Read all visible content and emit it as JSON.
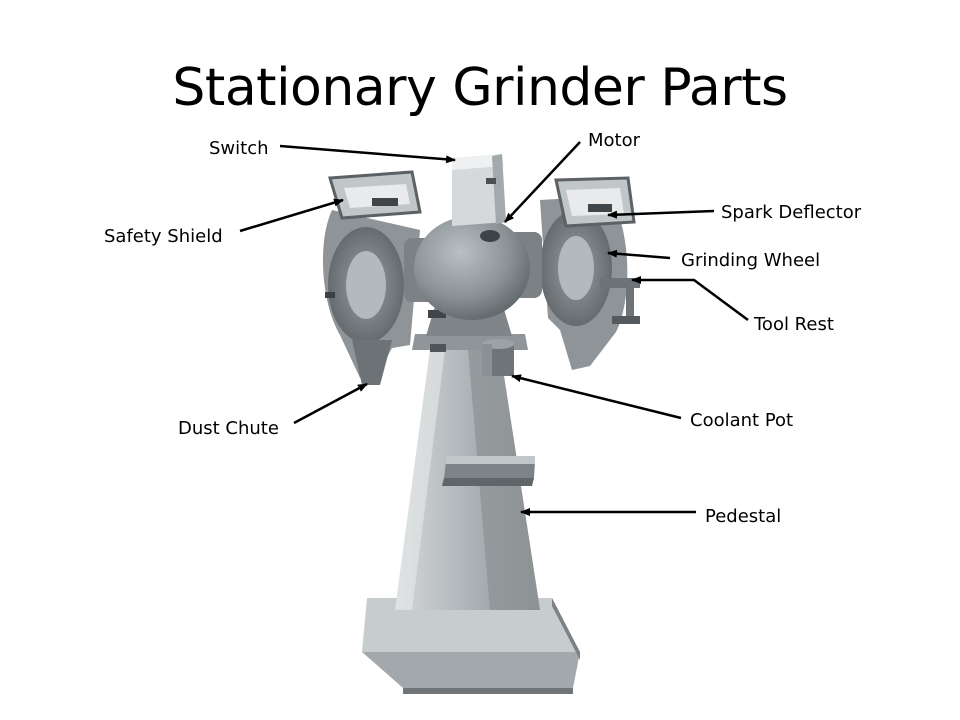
{
  "title": "Stationary Grinder Parts",
  "colors": {
    "background": "#ffffff",
    "text": "#000000",
    "leader": "#000000"
  },
  "labels": {
    "switch": "Switch",
    "motor": "Motor",
    "safety_shield": "Safety Shield",
    "spark_deflector": "Spark Deflector",
    "grinding_wheel": "Grinding Wheel",
    "tool_rest": "Tool Rest",
    "dust_chute": "Dust Chute",
    "coolant_pot": "Coolant Pot",
    "pedestal": "Pedestal"
  }
}
